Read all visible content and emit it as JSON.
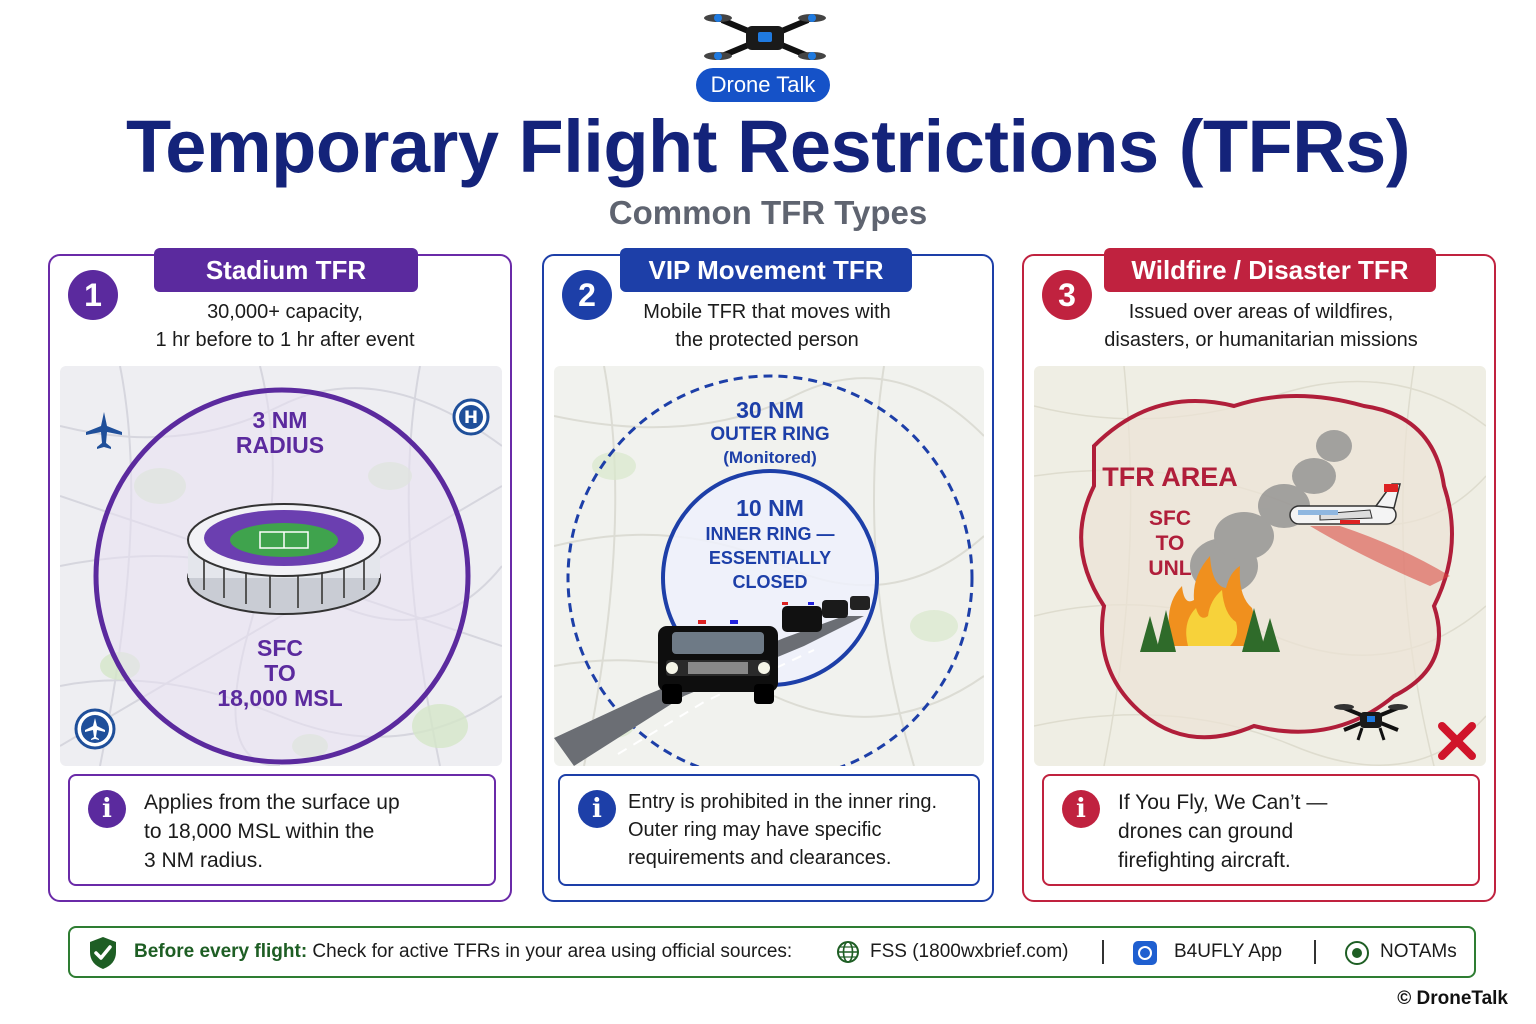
{
  "brand": {
    "name": "Drone Talk"
  },
  "title": "Temporary Flight Restrictions (TFRs)",
  "subtitle": "Common TFR Types",
  "colors": {
    "navy": "#14237a",
    "purple": "#6a2aa8",
    "blue": "#1d3fa8",
    "red": "#c0223f",
    "green": "#2e7d32"
  },
  "cards": [
    {
      "number": "1",
      "title": "Stadium TFR",
      "description": "30,000+ capacity,\n1 hr before to 1 hr after event",
      "radius_label": "3 NM\nRADIUS",
      "altitude_label": "SFC\nTO\n18,000 MSL",
      "info": "Applies from the surface up\nto 18,000 MSL within the\n3 NM radius.",
      "icons": [
        "airplane-icon",
        "heliport-icon",
        "airport-icon",
        "stadium-icon"
      ]
    },
    {
      "number": "2",
      "title": "VIP Movement TFR",
      "description": "Mobile TFR that moves with\nthe protected person",
      "outer_ring_label": "30 NM",
      "outer_ring_sub": "OUTER RING",
      "outer_ring_note": "(Monitored)",
      "inner_ring_label": "10 NM",
      "inner_ring_sub": "INNER RING —\nESSENTIALLY\nCLOSED",
      "info": "Entry is prohibited in the inner ring.\nOuter ring may have specific\nrequirements and clearances.",
      "icons": [
        "motorcade-icon"
      ]
    },
    {
      "number": "3",
      "title": "Wildfire / Disaster TFR",
      "description": "Issued over areas of wildfires,\ndisasters, or humanitarian missions",
      "area_label": "TFR AREA",
      "altitude_label": "SFC\nTO\nUNL",
      "info": "If You Fly, We Can’t —\ndrones can ground\nfirefighting aircraft.",
      "icons": [
        "wildfire-icon",
        "firefighting-aircraft-icon",
        "drone-icon",
        "prohibited-x-icon"
      ]
    }
  ],
  "footer": {
    "lead": "Before every flight:",
    "text": " Check for active TFRs in your area using official sources:",
    "sources": [
      {
        "label": "FSS (1800wxbrief.com)",
        "icon": "globe-icon"
      },
      {
        "label": "B4UFLY App",
        "icon": "app-icon"
      },
      {
        "label": "NOTAMs",
        "icon": "notam-icon"
      }
    ]
  },
  "copyright": "© DroneTalk"
}
